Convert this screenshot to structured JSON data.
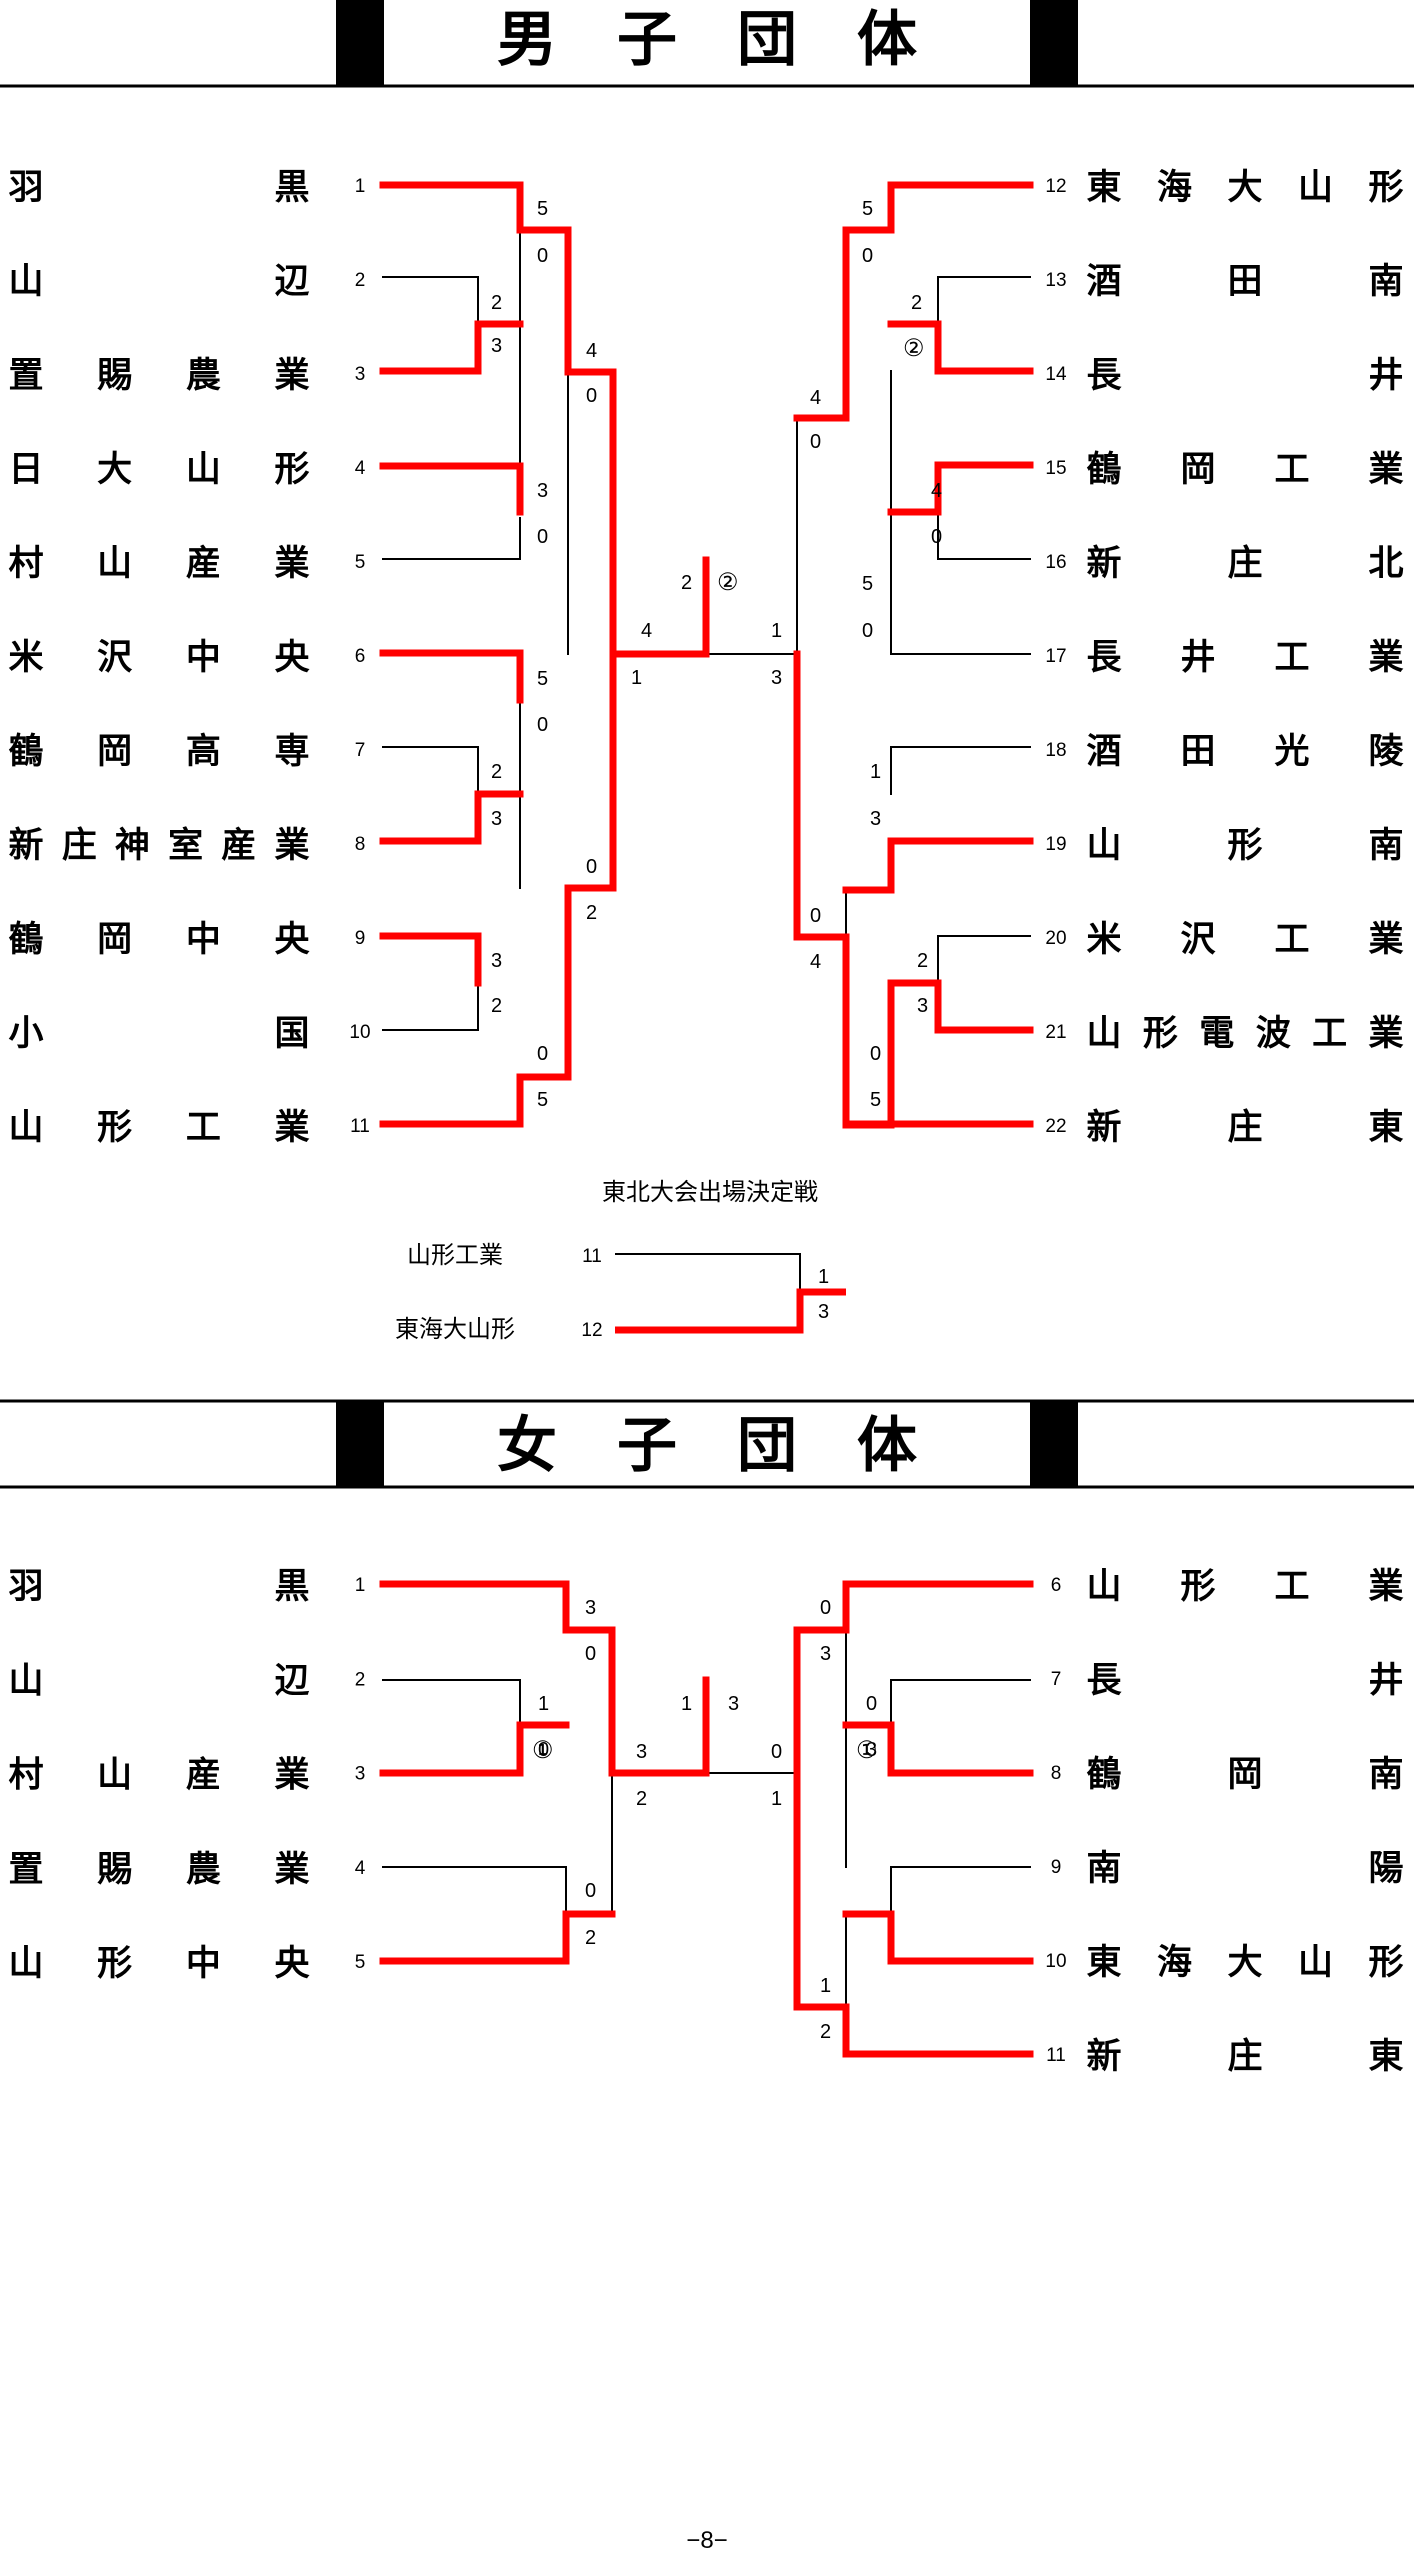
{
  "page_number": "−8−",
  "colors": {
    "win": "#ff0000",
    "line": "#000000"
  },
  "boys": {
    "title": "男　子　団　体",
    "left_teams": [
      {
        "seed": "1",
        "name": "羽　　　　　黒",
        "chars": [
          "羽",
          "黒"
        ]
      },
      {
        "seed": "2",
        "name": "山　　　　　辺",
        "chars": [
          "山",
          "辺"
        ]
      },
      {
        "seed": "3",
        "name": "置賜農業",
        "chars": [
          "置",
          "賜",
          "農",
          "業"
        ]
      },
      {
        "seed": "4",
        "name": "日大山形",
        "chars": [
          "日",
          "大",
          "山",
          "形"
        ]
      },
      {
        "seed": "5",
        "name": "村山産業",
        "chars": [
          "村",
          "山",
          "産",
          "業"
        ]
      },
      {
        "seed": "6",
        "name": "米沢中央",
        "chars": [
          "米",
          "沢",
          "中",
          "央"
        ]
      },
      {
        "seed": "7",
        "name": "鶴岡高専",
        "chars": [
          "鶴",
          "岡",
          "高",
          "専"
        ]
      },
      {
        "seed": "8",
        "name": "新庄神室産業",
        "chars": [
          "新",
          "庄",
          "神",
          "室",
          "産",
          "業"
        ]
      },
      {
        "seed": "9",
        "name": "鶴岡中央",
        "chars": [
          "鶴",
          "岡",
          "中",
          "央"
        ]
      },
      {
        "seed": "10",
        "name": "小　　　　　国",
        "chars": [
          "小",
          "国"
        ]
      },
      {
        "seed": "11",
        "name": "山形工業",
        "chars": [
          "山",
          "形",
          "工",
          "業"
        ]
      }
    ],
    "right_teams": [
      {
        "seed": "12",
        "name": "東海大山形",
        "chars": [
          "東",
          "海",
          "大",
          "山",
          "形"
        ]
      },
      {
        "seed": "13",
        "name": "酒　田　南",
        "chars": [
          "酒",
          "田",
          "南"
        ]
      },
      {
        "seed": "14",
        "name": "長　　　井",
        "chars": [
          "長",
          "井"
        ]
      },
      {
        "seed": "15",
        "name": "鶴岡工業",
        "chars": [
          "鶴",
          "岡",
          "工",
          "業"
        ]
      },
      {
        "seed": "16",
        "name": "新　庄　北",
        "chars": [
          "新",
          "庄",
          "北"
        ]
      },
      {
        "seed": "17",
        "name": "長井工業",
        "chars": [
          "長",
          "井",
          "工",
          "業"
        ]
      },
      {
        "seed": "18",
        "name": "酒田光陵",
        "chars": [
          "酒",
          "田",
          "光",
          "陵"
        ]
      },
      {
        "seed": "19",
        "name": "山　形　南",
        "chars": [
          "山",
          "形",
          "南"
        ]
      },
      {
        "seed": "20",
        "name": "米沢工業",
        "chars": [
          "米",
          "沢",
          "工",
          "業"
        ]
      },
      {
        "seed": "21",
        "name": "山形電波工業",
        "chars": [
          "山",
          "形",
          "電",
          "波",
          "工",
          "業"
        ]
      },
      {
        "seed": "22",
        "name": "新　庄　東",
        "chars": [
          "新",
          "庄",
          "東"
        ]
      }
    ],
    "scores": [
      "5",
      "0",
      "2",
      "3",
      "4",
      "0",
      "3",
      "0",
      "5",
      "0",
      "2",
      "3",
      "3",
      "2",
      "0",
      "5",
      "0",
      "2",
      "4",
      "1",
      "2",
      "1",
      "3",
      "5",
      "0",
      "2",
      "4",
      "0",
      "4",
      "0",
      "5",
      "0",
      "1",
      "3",
      "2",
      "3",
      "0",
      "5",
      "0",
      "4"
    ],
    "marks": [
      "②",
      "②"
    ],
    "playoff": {
      "title": "東北大会出場決定戦",
      "team_a": {
        "name": "山形工業",
        "seed": "11"
      },
      "team_b": {
        "name": "東海大山形",
        "seed": "12"
      },
      "scores": [
        "1",
        "3"
      ]
    }
  },
  "girls": {
    "title": "女　子　団　体",
    "left_teams": [
      {
        "seed": "1",
        "name": "羽　　　　　黒",
        "chars": [
          "羽",
          "黒"
        ]
      },
      {
        "seed": "2",
        "name": "山　　　　　辺",
        "chars": [
          "山",
          "辺"
        ]
      },
      {
        "seed": "3",
        "name": "村山産業",
        "chars": [
          "村",
          "山",
          "産",
          "業"
        ]
      },
      {
        "seed": "4",
        "name": "置賜農業",
        "chars": [
          "置",
          "賜",
          "農",
          "業"
        ]
      },
      {
        "seed": "5",
        "name": "山形中央",
        "chars": [
          "山",
          "形",
          "中",
          "央"
        ]
      }
    ],
    "right_teams": [
      {
        "seed": "6",
        "name": "山形工業",
        "chars": [
          "山",
          "形",
          "工",
          "業"
        ]
      },
      {
        "seed": "7",
        "name": "長　　　井",
        "chars": [
          "長",
          "井"
        ]
      },
      {
        "seed": "8",
        "name": "鶴　岡　南",
        "chars": [
          "鶴",
          "岡",
          "南"
        ]
      },
      {
        "seed": "9",
        "name": "南　　　陽",
        "chars": [
          "南",
          "陽"
        ]
      },
      {
        "seed": "10",
        "name": "東海大山形",
        "chars": [
          "東",
          "海",
          "大",
          "山",
          "形"
        ]
      },
      {
        "seed": "11",
        "name": "新　庄　東",
        "chars": [
          "新",
          "庄",
          "東"
        ]
      }
    ],
    "scores": [
      "3",
      "0",
      "1",
      "0",
      "3",
      "2",
      "0",
      "2",
      "1",
      "3",
      "0",
      "1",
      "0",
      "3",
      "0",
      "3",
      "1",
      "2"
    ],
    "marks": [
      "①",
      "①"
    ]
  }
}
